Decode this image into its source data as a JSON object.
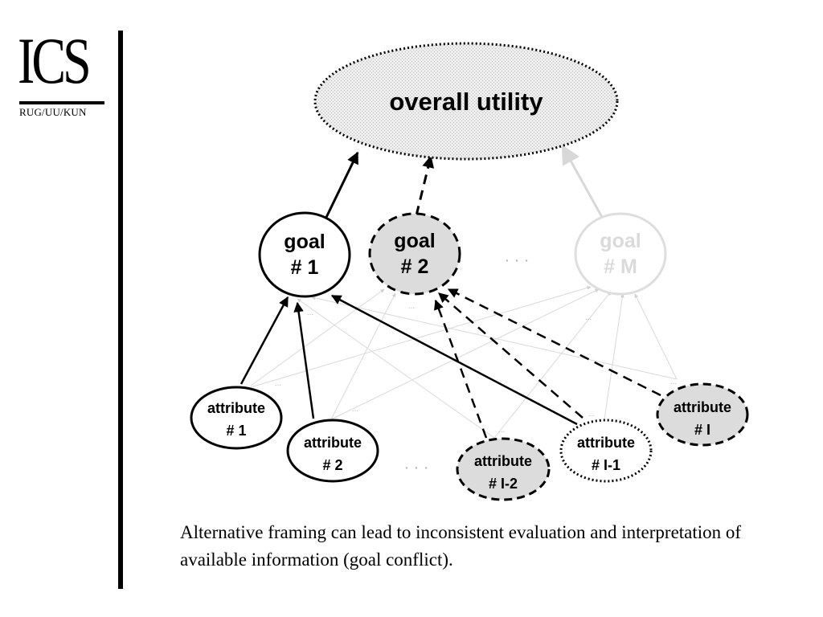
{
  "logo": {
    "text": "ICS",
    "subtitle": "RUG/UU/KUN"
  },
  "diagram": {
    "top_node": {
      "label": "overall utility"
    },
    "goals": [
      {
        "line1": "goal",
        "line2": "# 1"
      },
      {
        "line1": "goal",
        "line2": "# 2"
      },
      {
        "line1": "goal",
        "line2": "# M"
      }
    ],
    "goals_ellipsis": "· · ·",
    "attributes": [
      {
        "line1": "attribute",
        "line2": "# 1"
      },
      {
        "line1": "attribute",
        "line2": "# 2"
      },
      {
        "line1": "attribute",
        "line2": "# I-2"
      },
      {
        "line1": "attribute",
        "line2": "# I-1"
      },
      {
        "line1": "attribute",
        "line2": "# I"
      }
    ],
    "attributes_ellipsis": "· · ·",
    "edge_ellipsis": "..."
  },
  "caption": "Alternative framing can lead to inconsistent evaluation and interpretation of available information (goal conflict).",
  "colors": {
    "black": "#000000",
    "faded": "#d9d9d9",
    "shaded_fill": "#dcdcdc",
    "top_fill": "#e8e8e8"
  }
}
